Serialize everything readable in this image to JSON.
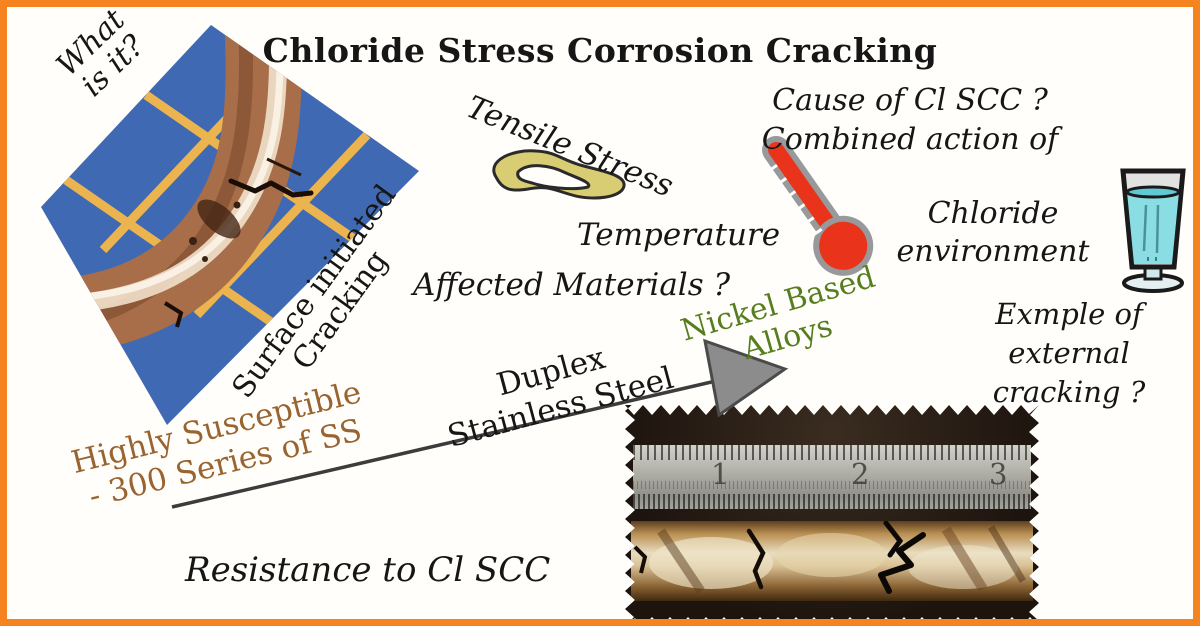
{
  "slide": {
    "title": "Chloride Stress Corrosion Cracking",
    "question_what": {
      "line1": "What",
      "line2": "is it?"
    },
    "surface_label": {
      "line1": "Surface initiated",
      "line2": "Cracking"
    },
    "tensile_label": "Tensile Stress",
    "cause_heading": "Cause of Cl SCC ?",
    "cause_sub": "Combined action of",
    "temperature_label": "Temperature",
    "chloride_env": {
      "line1": "Chloride",
      "line2": "environment"
    },
    "affected_heading": "Affected Materials ?",
    "nickel_label": {
      "line1": "Nickel Based",
      "line2": "Alloys"
    },
    "example_heading": {
      "line1": "Exmple of",
      "line2": "external",
      "line3": "cracking ?"
    },
    "duplex_label": {
      "line1": "Duplex",
      "line2": "Stainless Steel"
    },
    "susceptible_label": {
      "line1": "Highly Susceptible",
      "line2": "- 300 Series of SS"
    },
    "resistance_label": "Resistance to Cl SCC",
    "specimen": {
      "ruler_marks": [
        "1",
        "2",
        "3"
      ]
    },
    "icons": {
      "rubber_band": "rubber-band-icon",
      "thermometer": "thermometer-icon",
      "water_glass": "water-glass-icon",
      "arrow": "susceptibility-arrow",
      "pipe_photo": "cracked-pipe-photo",
      "specimen_photo": "external-cracking-specimen-photo"
    },
    "colors": {
      "border_orange": "#F5831F",
      "nickel_green": "#567E1F",
      "susceptible_brown": "#99642F",
      "thermometer_red": "#E9331B",
      "water_cyan": "#8ADDE3",
      "rubber_band_yellow": "#D9CD74",
      "arrow_gray": "#8C8C8C",
      "tile_blue": "#3F69B2"
    }
  }
}
